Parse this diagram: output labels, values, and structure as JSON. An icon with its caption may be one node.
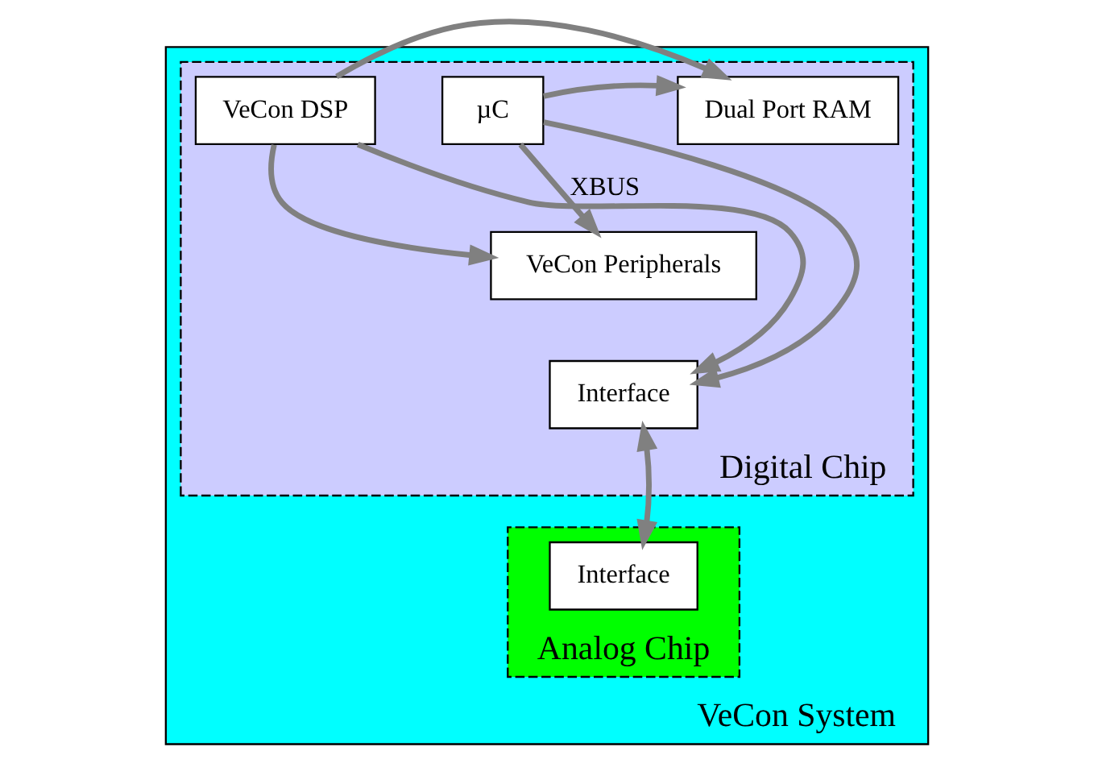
{
  "diagram": {
    "nodes": [
      {
        "text": [
          "VeCon System"
        ]
      },
      {
        "text": [
          "Digital Chip"
        ],
        "in": 0
      },
      {
        "text": [
          "µC"
        ],
        "in": 1
      },
      {
        "text": [
          "Dual Port RAM"
        ],
        "in": 1
      },
      {
        "text": [
          "VeCon DSP"
        ],
        "in": 1
      },
      {
        "text": [
          "VeCon Peripherals"
        ],
        "in": 1
      },
      {
        "text": [
          "Interface"
        ],
        "in": 1
      },
      {
        "text": [
          "Analog Chip"
        ],
        "in": 0
      },
      {
        "text": [
          "Interface"
        ],
        "in": 7
      }
    ],
    "edges": [
      {
        "from": 2,
        "to": 3,
        "arrow": "to"
      },
      {
        "from": 2,
        "to": 5,
        "arrow": "to",
        "label": "XBUS"
      },
      {
        "from": 2,
        "to": 6,
        "arrow": "to"
      },
      {
        "from": 4,
        "to": 3,
        "arrow": "to"
      },
      {
        "from": 4,
        "to": 5,
        "arrow": "to"
      },
      {
        "from": 4,
        "to": 6,
        "arrow": "to"
      },
      {
        "from": 6,
        "to": 8,
        "arrow": "both"
      }
    ]
  }
}
